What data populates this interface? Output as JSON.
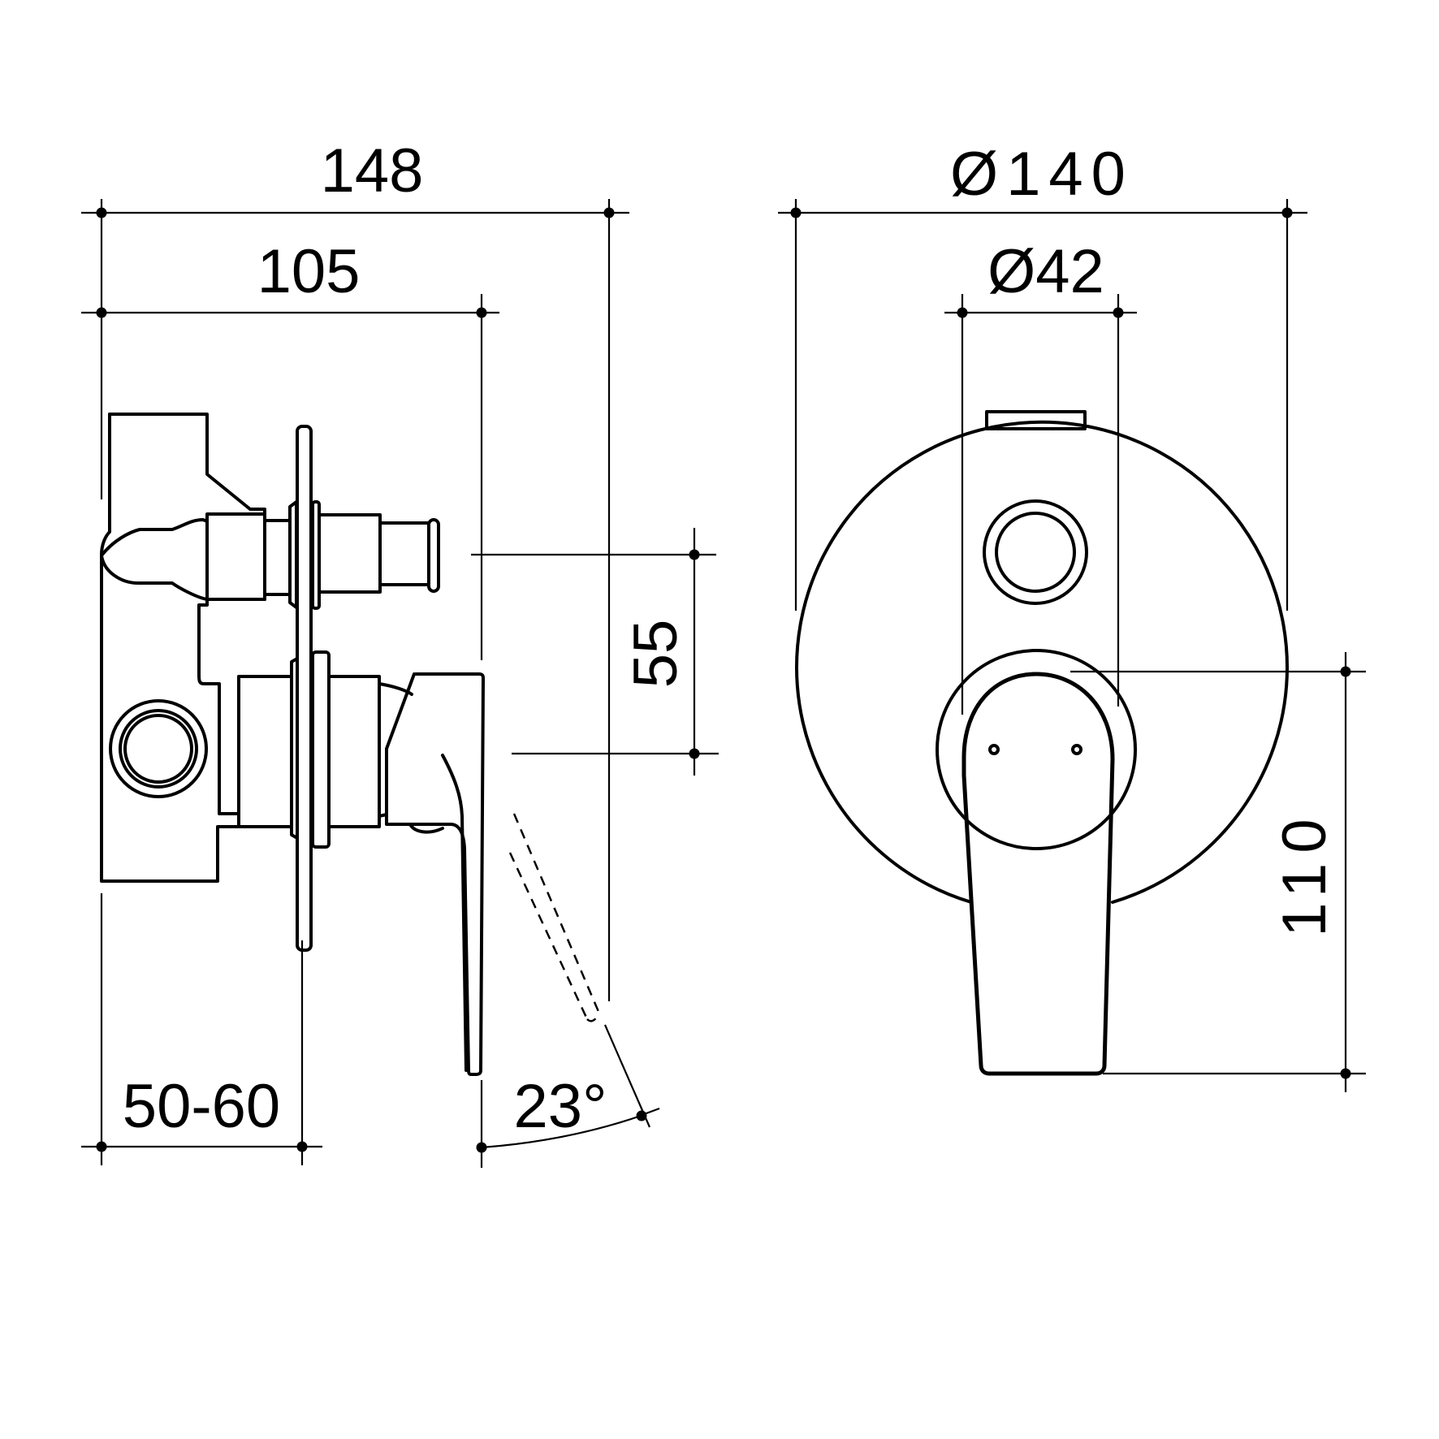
{
  "drawing": {
    "title": "Concealed shower mixer with diverter — side and front elevation",
    "line_color": "#000000",
    "background_color": "#ffffff",
    "side_view": {
      "dimensions": {
        "overall_depth": "148",
        "body_depth": "105",
        "outlet_spacing": "55",
        "wall_cavity": "50-60",
        "lever_rotation": "23°"
      }
    },
    "front_view": {
      "dimensions": {
        "cover_plate_diameter": "Ø140",
        "diverter_button_diameter": "Ø42",
        "lever_height": "110"
      }
    }
  }
}
